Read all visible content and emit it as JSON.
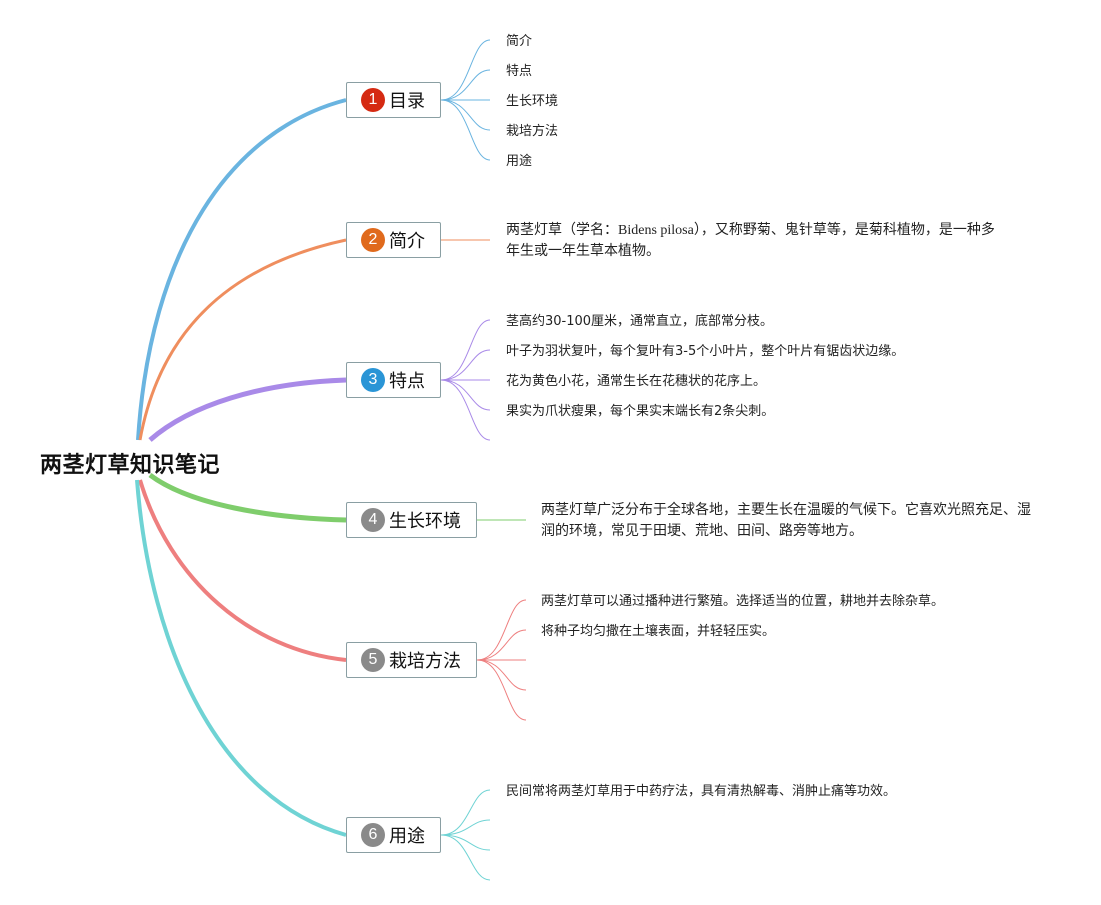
{
  "root": {
    "title": "两茎灯草知识笔记"
  },
  "branches": [
    {
      "number": "1",
      "label": "目录",
      "color": "#6ab4e0",
      "badge_color": "#d52a12",
      "leaves": [
        "简介",
        "特点",
        "生长环境",
        "栽培方法",
        "用途"
      ]
    },
    {
      "number": "2",
      "label": "简介",
      "color": "#ef8e5e",
      "badge_color": "#e06a1c",
      "paragraph": [
        "两茎灯草（学名：Bidens pilosa），又称野菊、鬼针草等，是菊科植物，是一种多",
        "年生或一年生草本植物。"
      ]
    },
    {
      "number": "3",
      "label": "特点",
      "color": "#a98ae8",
      "badge_color": "#2a95d6",
      "leaves": [
        "茎高约30-100厘米，通常直立，底部常分枝。",
        "叶子为羽状复叶，每个复叶有3-5个小叶片，整个叶片有锯齿状边缘。",
        "花为黄色小花，通常生长在花穗状的花序上。",
        "果实为爪状瘦果，每个果实末端长有2条尖刺。"
      ]
    },
    {
      "number": "4",
      "label": "生长环境",
      "color": "#7fcd6c",
      "badge_color": "#8a8a8a",
      "paragraph": [
        "两茎灯草广泛分布于全球各地，主要生长在温暖的气候下。它喜欢光照充足、湿",
        "润的环境，常见于田埂、荒地、田间、路旁等地方。"
      ]
    },
    {
      "number": "5",
      "label": "栽培方法",
      "color": "#ee7f7f",
      "badge_color": "#8a8a8a",
      "leaves": [
        "两茎灯草可以通过播种进行繁殖。选择适当的位置，耕地并去除杂草。",
        "将种子均匀撒在土壤表面，并轻轻压实。"
      ]
    },
    {
      "number": "6",
      "label": "用途",
      "color": "#6fd3d4",
      "badge_color": "#8a8a8a",
      "leaves": [
        "民间常将两茎灯草用于中药疗法，具有清热解毒、消肿止痛等功效。"
      ]
    }
  ]
}
